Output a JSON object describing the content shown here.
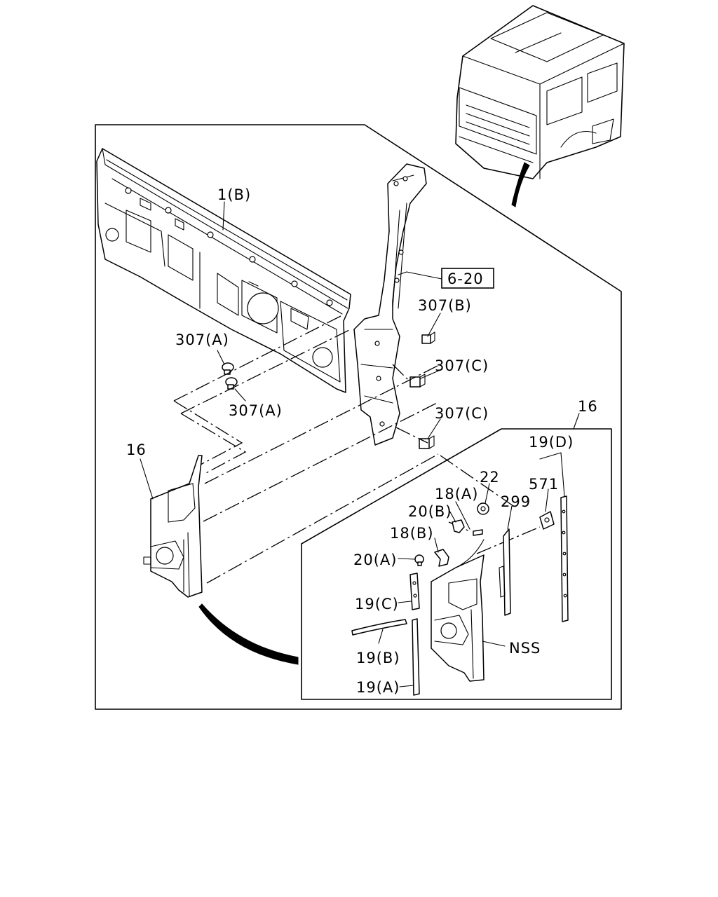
{
  "diagram": {
    "labels": {
      "part_1b": "1(B)",
      "ref_6_20": "6-20",
      "clip_307b": "307(B)",
      "clip_307a_upper": "307(A)",
      "clip_307a_lower": "307(A)",
      "clip_307c_upper": "307(C)",
      "clip_307c_lower": "307(C)",
      "part_16_left": "16",
      "part_16_inset": "16",
      "part_19d": "19(D)",
      "part_22": "22",
      "part_571": "571",
      "part_18a": "18(A)",
      "part_299": "299",
      "part_20b": "20(B)",
      "part_18b": "18(B)",
      "part_20a": "20(A)",
      "part_19c": "19(C)",
      "part_19b": "19(B)",
      "part_19a": "19(A)",
      "nss": "NSS"
    }
  }
}
